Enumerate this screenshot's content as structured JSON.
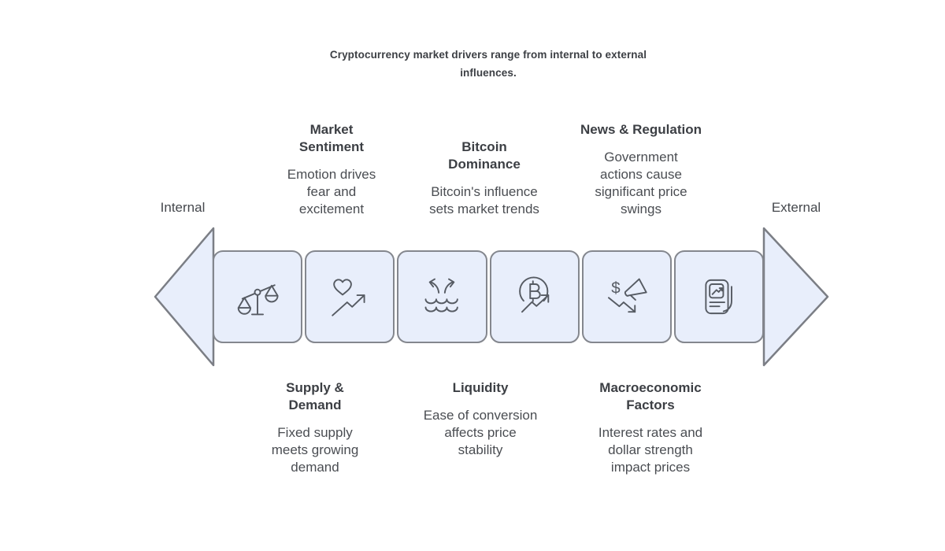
{
  "title": "Cryptocurrency market drivers range from internal to external\ninfluences.",
  "axis": {
    "left_label": "Internal",
    "right_label": "External"
  },
  "top_factors": [
    {
      "heading": "Market\nSentiment",
      "body": "Emotion drives\nfear and\nexcitement"
    },
    {
      "heading": "Bitcoin\nDominance",
      "body": "Bitcoin's influence\nsets market trends"
    },
    {
      "heading": "News & Regulation",
      "body": "Government\nactions cause\nsignificant price\nswings"
    }
  ],
  "bottom_factors": [
    {
      "heading": "Supply &\nDemand",
      "body": "Fixed supply\nmeets growing\ndemand"
    },
    {
      "heading": "Liquidity",
      "body": "Ease of conversion\naffects price\nstability"
    },
    {
      "heading": "Macroeconomic\nFactors",
      "body": "Interest rates and\ndollar strength\nimpact prices"
    }
  ],
  "icons": [
    "balance-scale-icon",
    "heart-trend-icon",
    "waves-exchange-icon",
    "bitcoin-trend-icon",
    "dollar-megaphone-icon",
    "news-document-icon"
  ],
  "colors": {
    "box_fill": "#e8eefb",
    "box_border": "#84878e",
    "arrow_outline": "#7b7e85",
    "icon_stroke": "#565b63",
    "heading_text": "#3c3f44",
    "body_text": "#4a4d52"
  }
}
